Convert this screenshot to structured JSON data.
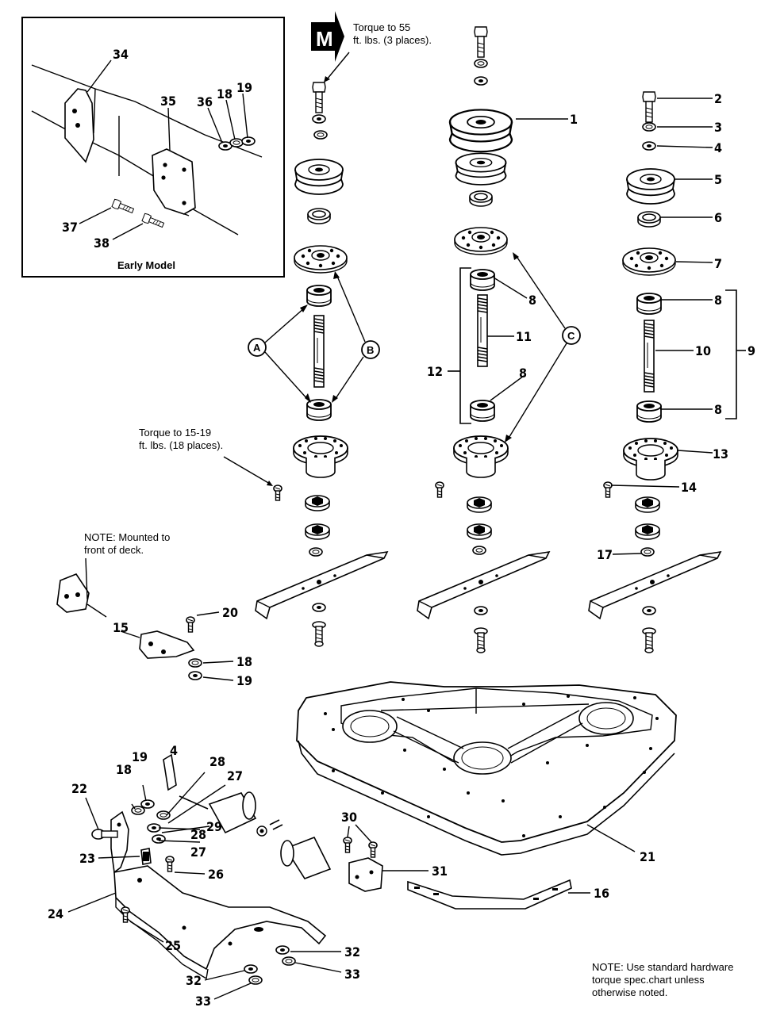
{
  "notes": {
    "torque_55_line1": "Torque to 55",
    "torque_55_line2": "ft. lbs. (3 places).",
    "torque_15_line1": "Torque to 15-19",
    "torque_15_line2": "ft. lbs. (18 places).",
    "mounted_line1": "NOTE: Mounted to",
    "mounted_line2": "front of deck.",
    "standard_line1": "NOTE: Use standard hardware",
    "standard_line2": "torque spec.chart unless",
    "standard_line3": "otherwise noted."
  },
  "badge": {
    "letter": "M"
  },
  "inset": {
    "caption": "Early Model"
  },
  "callouts": {
    "a": "A",
    "b": "B",
    "c": "C"
  },
  "labels": {
    "p1": "1",
    "p2": "2",
    "p3": "3",
    "p4": "4",
    "p5": "5",
    "p6": "6",
    "p7": "7",
    "p8a": "8",
    "p8b": "8",
    "p8c": "8",
    "p8d": "8",
    "p9": "9",
    "p10": "10",
    "p11": "11",
    "p12": "12",
    "p13": "13",
    "p14": "14",
    "p15": "15",
    "p16": "16",
    "p17": "17",
    "p18a": "18",
    "p18b": "18",
    "p18c": "18",
    "p19a": "19",
    "p19b": "19",
    "p19c": "19",
    "p20": "20",
    "p21": "21",
    "p22": "22",
    "p23": "23",
    "p24": "24",
    "p25": "25",
    "p26": "26",
    "p27a": "27",
    "p27b": "27",
    "p28a": "28",
    "p28b": "28",
    "p29": "29",
    "p30": "30",
    "p31": "31",
    "p32a": "32",
    "p32b": "32",
    "p33a": "33",
    "p33b": "33",
    "p34": "34",
    "p35": "35",
    "p36": "36",
    "p37": "37",
    "p38": "38",
    "p4b": "4"
  }
}
